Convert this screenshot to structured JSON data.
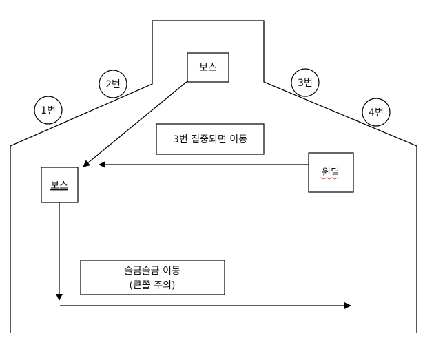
{
  "positions": {
    "p1": "1번",
    "p2": "2번",
    "p3": "3번",
    "p4": "4번"
  },
  "boxes": {
    "boss_top": "보스",
    "boss_left": "보스",
    "windy": "윈딜"
  },
  "notes": {
    "gather": "3번 집중되면 이동",
    "slow_line1": "슬금슬금 이동",
    "slow_line2": "(큰쫄 주의)"
  }
}
